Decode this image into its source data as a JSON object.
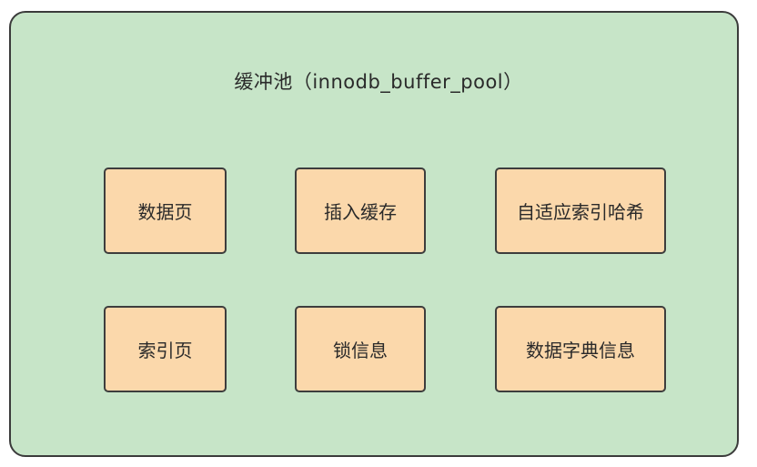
{
  "pool": {
    "title": "缓冲池（innodb_buffer_pool）",
    "components": [
      {
        "label": "数据页"
      },
      {
        "label": "插入缓存"
      },
      {
        "label": "自适应索引哈希"
      },
      {
        "label": "索引页"
      },
      {
        "label": "锁信息"
      },
      {
        "label": "数据字典信息"
      }
    ]
  },
  "colors": {
    "pool_fill": "#c7e5c8",
    "box_fill": "#fbd8ab",
    "border": "#3d3d3d"
  }
}
